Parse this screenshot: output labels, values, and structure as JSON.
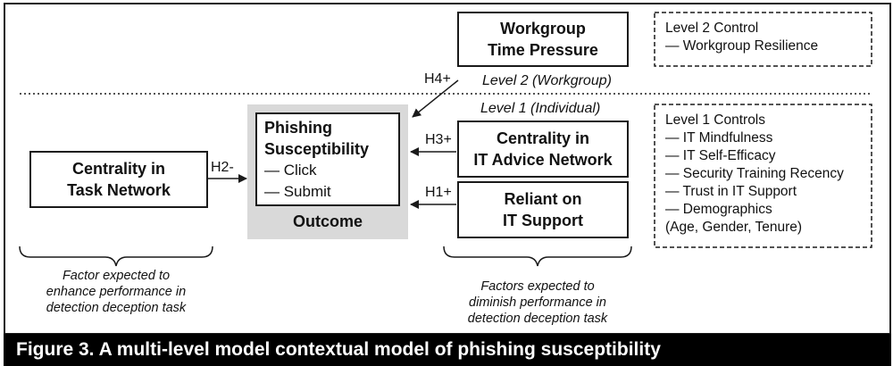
{
  "workgroup_box": {
    "line1": "Workgroup",
    "line2": "Time Pressure"
  },
  "level2_controls": {
    "title": "Level 2 Control",
    "items": [
      "— Workgroup Resilience"
    ]
  },
  "level2_label": "Level 2 (Workgroup)",
  "level1_label": "Level 1 (Individual)",
  "h4_label": "H4+",
  "h3_label": "H3+",
  "h2_label": "H2-",
  "h1_label": "H1+",
  "outcome_box": {
    "title1": "Phishing",
    "title2": "Susceptibility",
    "item1": "— Click",
    "item2": "— Submit",
    "caption": "Outcome"
  },
  "task_network_box": {
    "line1": "Centrality in",
    "line2": "Task Network"
  },
  "it_advice_box": {
    "line1": "Centrality in",
    "line2": "IT Advice Network"
  },
  "it_support_box": {
    "line1": "Reliant on",
    "line2": "IT Support"
  },
  "level1_controls": {
    "title": "Level 1 Controls",
    "items": [
      "— IT Mindfulness",
      "— IT Self-Efficacy",
      "— Security Training Recency",
      "— Trust in IT Support",
      "— Demographics",
      "(Age, Gender, Tenure)"
    ]
  },
  "left_note": {
    "line1": "Factor expected to",
    "line2": "enhance performance in",
    "line3": "detection deception task"
  },
  "right_note": {
    "line1": "Factors expected to",
    "line2": "diminish performance in",
    "line3": "detection deception task"
  },
  "figure_caption": "Figure 3. A multi-level model contextual model of phishing susceptibility",
  "colors": {
    "line": "#1a1a1a",
    "outcome_bg": "#d9d9d9",
    "caption_bg": "#000000",
    "caption_text": "#ffffff"
  }
}
